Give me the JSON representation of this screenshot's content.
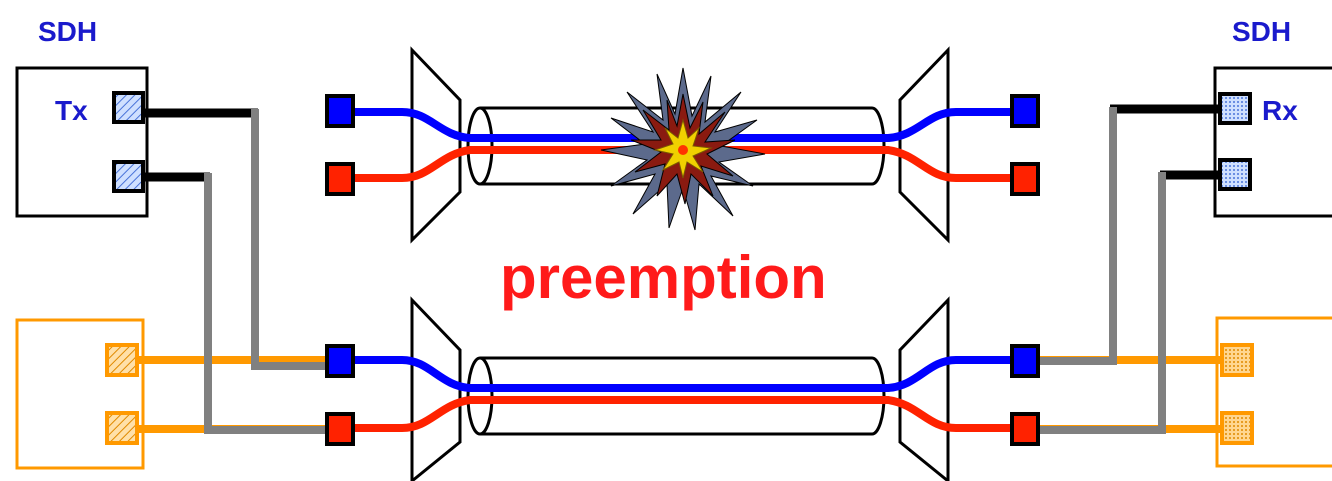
{
  "labels": {
    "sdh_left": "SDH",
    "sdh_right": "SDH",
    "tx": "Tx",
    "rx": "Rx",
    "center": "preemption"
  },
  "colors": {
    "working_blue": "#0000ff",
    "working_red": "#ff2200",
    "protection_orange": "#ff9900",
    "cross_gray": "#808080",
    "label_blue": "#1a1acc",
    "label_red": "#ff1a1a"
  }
}
